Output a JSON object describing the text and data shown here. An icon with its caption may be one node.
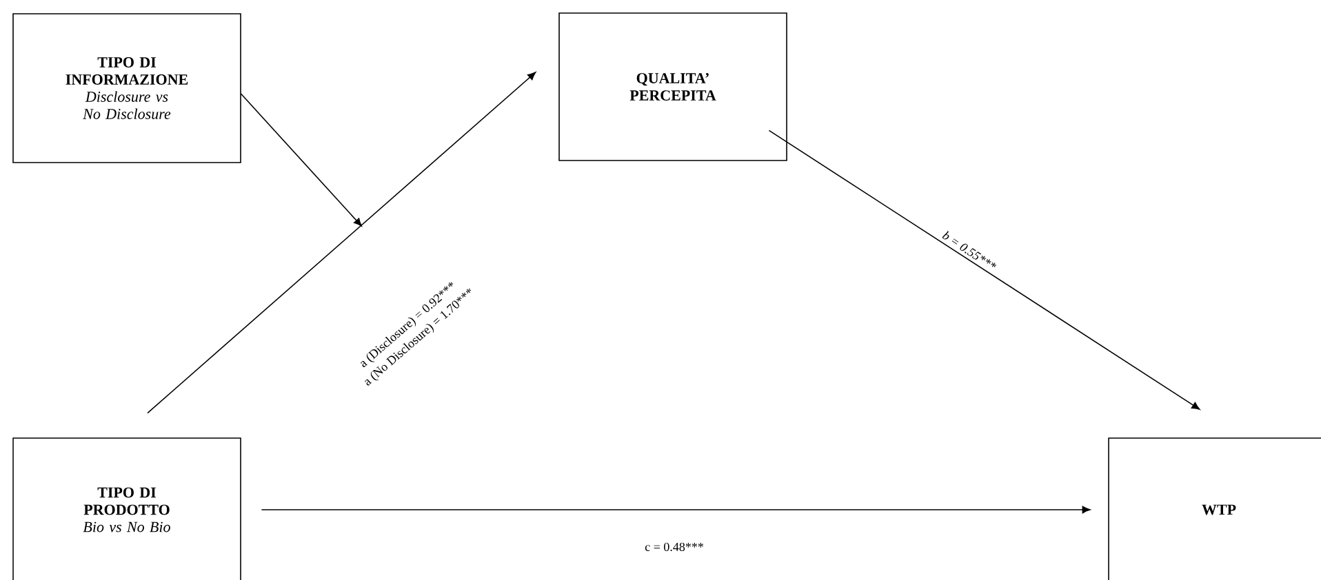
{
  "diagram": {
    "nodes": [
      {
        "text": [
          "TIPO DI INFORMAZIONE",
          "Disclosure vs No Disclosure"
        ]
      },
      {
        "text": [
          "QUALITA’ PERCEPITA"
        ]
      },
      {
        "text": [
          "TIPO DI PRODOTTO",
          "Bio vs No Bio"
        ]
      },
      {
        "text": [
          "WTP"
        ]
      }
    ],
    "edges": [
      {
        "from": 2,
        "to": 1,
        "arrow": "to",
        "label": "a (Disclosure) = 0.92***"
      },
      {
        "from": 0,
        "to": null,
        "arrow": "to"
      },
      {
        "from": 1,
        "to": 3,
        "arrow": "to",
        "label": "b = 0.55***"
      },
      {
        "from": 2,
        "to": 3,
        "arrow": "to",
        "label": "c = 0.48***"
      }
    ],
    "labels": [
      "a (No Disclosure) = 1.70***"
    ]
  }
}
